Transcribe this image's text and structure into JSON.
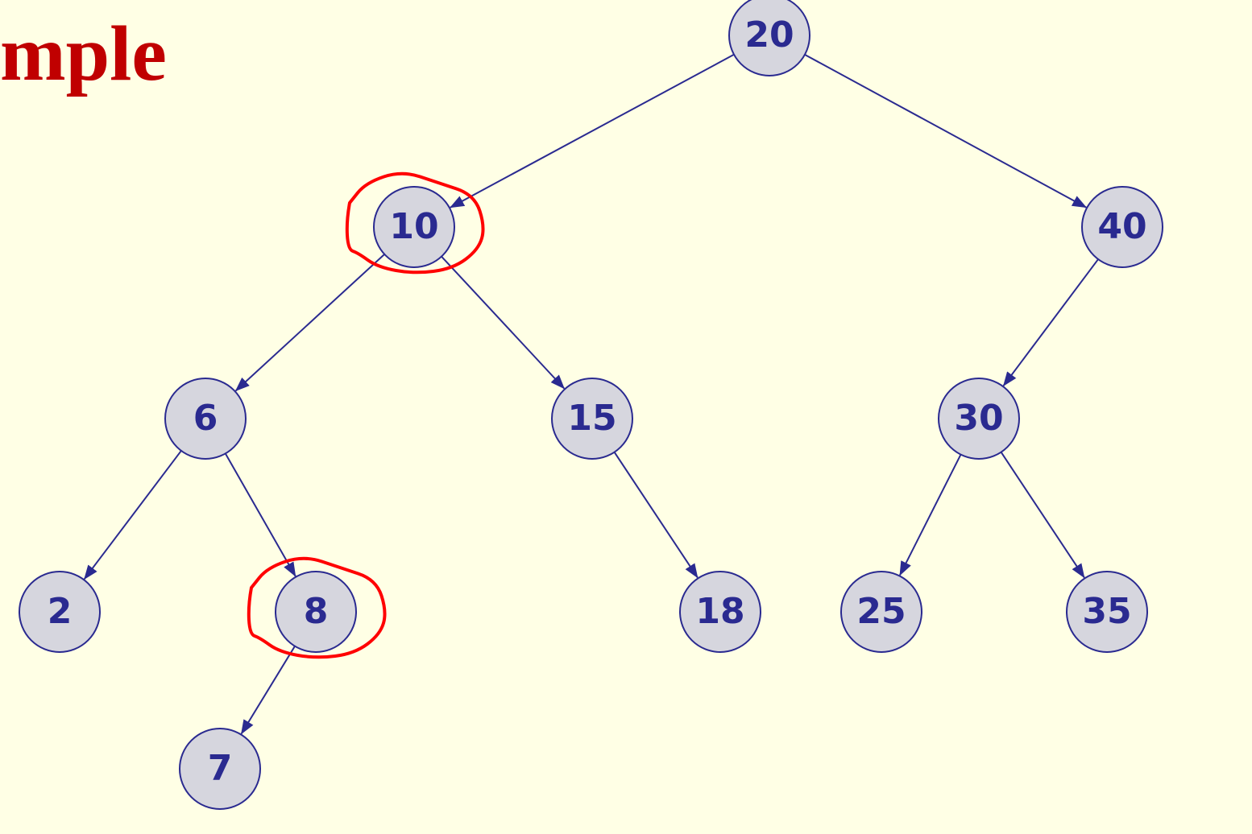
{
  "slide": {
    "title": "mple"
  },
  "colors": {
    "background": "#FFFFE5",
    "title": "#C00000",
    "node_fill": "#D6D6DE",
    "node_stroke": "#2A2A90",
    "node_text": "#2A2A90",
    "edge": "#2A2A90",
    "highlight": "#FF0000"
  },
  "tree": {
    "nodes": [
      {
        "id": "n20",
        "label": "20",
        "highlighted": false
      },
      {
        "id": "n10",
        "label": "10",
        "highlighted": true
      },
      {
        "id": "n40",
        "label": "40",
        "highlighted": false
      },
      {
        "id": "n6",
        "label": "6",
        "highlighted": false
      },
      {
        "id": "n15",
        "label": "15",
        "highlighted": false
      },
      {
        "id": "n30",
        "label": "30",
        "highlighted": false
      },
      {
        "id": "n2",
        "label": "2",
        "highlighted": false
      },
      {
        "id": "n8",
        "label": "8",
        "highlighted": true
      },
      {
        "id": "n18",
        "label": "18",
        "highlighted": false
      },
      {
        "id": "n25",
        "label": "25",
        "highlighted": false
      },
      {
        "id": "n35",
        "label": "35",
        "highlighted": false
      },
      {
        "id": "n7",
        "label": "7",
        "highlighted": false
      }
    ],
    "edges": [
      {
        "from": "n20",
        "to": "n10"
      },
      {
        "from": "n20",
        "to": "n40"
      },
      {
        "from": "n10",
        "to": "n6"
      },
      {
        "from": "n10",
        "to": "n15"
      },
      {
        "from": "n40",
        "to": "n30"
      },
      {
        "from": "n6",
        "to": "n2"
      },
      {
        "from": "n6",
        "to": "n8"
      },
      {
        "from": "n15",
        "to": "n18"
      },
      {
        "from": "n30",
        "to": "n25"
      },
      {
        "from": "n30",
        "to": "n35"
      },
      {
        "from": "n8",
        "to": "n7"
      }
    ]
  }
}
